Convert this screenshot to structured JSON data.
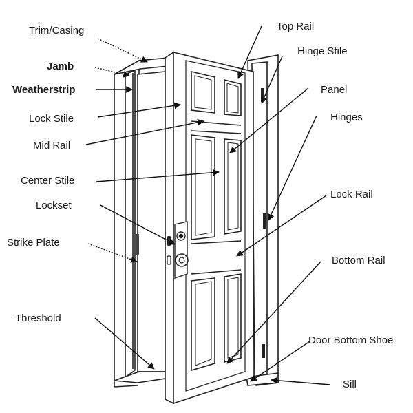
{
  "labels": {
    "trim_casing": "Trim/Casing",
    "jamb": "Jamb",
    "weatherstrip": "Weatherstrip",
    "lock_stile": "Lock Stile",
    "mid_rail": "Mid Rail",
    "center_stile": "Center Stile",
    "lockset": "Lockset",
    "strike_plate": "Strike Plate",
    "threshold": "Threshold",
    "top_rail": "Top Rail",
    "hinge_stile": "Hinge Stile",
    "panel": "Panel",
    "hinges": "Hinges",
    "lock_rail": "Lock Rail",
    "bottom_rail": "Bottom Rail",
    "door_bottom_shoe": "Door Bottom Shoe",
    "sill": "Sill"
  }
}
